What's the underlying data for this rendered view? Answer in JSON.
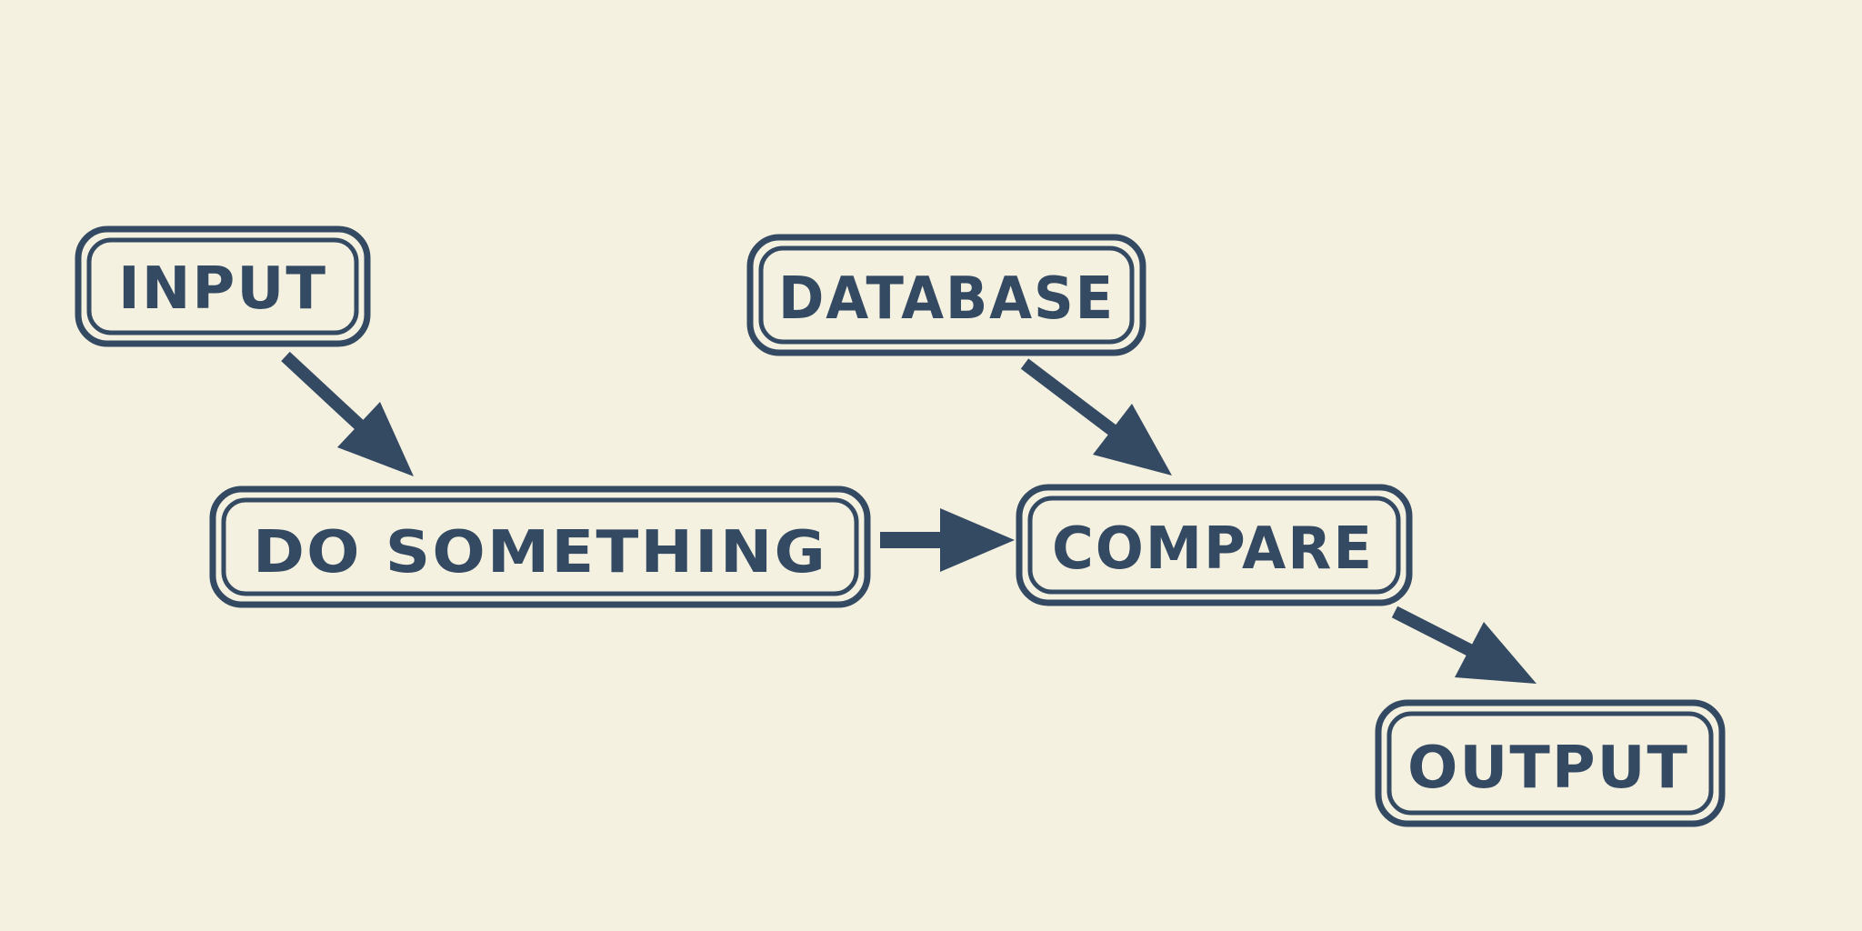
{
  "diagram": {
    "nodes": [
      {
        "id": "input",
        "label": "INPUT"
      },
      {
        "id": "database",
        "label": "DATABASE"
      },
      {
        "id": "do_something",
        "label": "DO SOMETHING"
      },
      {
        "id": "compare",
        "label": "COMPARE"
      },
      {
        "id": "output",
        "label": "OUTPUT"
      }
    ],
    "edges": [
      {
        "from": "input",
        "to": "do_something"
      },
      {
        "from": "database",
        "to": "compare"
      },
      {
        "from": "do_something",
        "to": "compare"
      },
      {
        "from": "compare",
        "to": "output"
      }
    ]
  },
  "colors": {
    "background": "#f5f1e1",
    "ink": "#344a63"
  }
}
